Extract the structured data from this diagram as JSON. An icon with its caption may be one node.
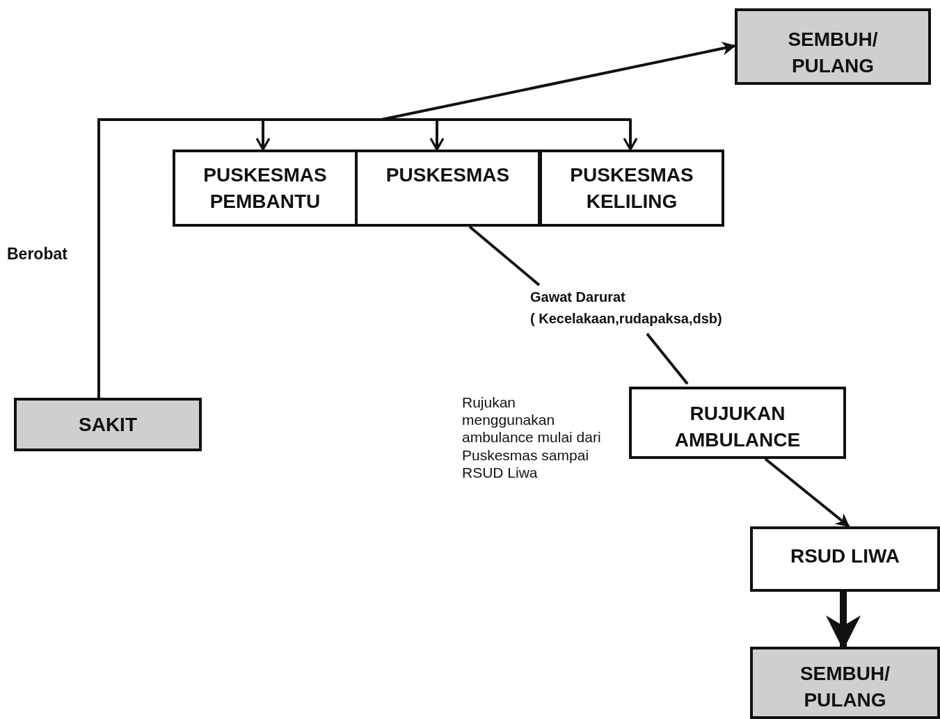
{
  "diagram": {
    "nodes": [
      {
        "text": [
          "SEMBUH/ PULANG"
        ]
      },
      {
        "text": [
          "PUSKESMAS PEMBANTU"
        ]
      },
      {
        "text": [
          "PUSKESMAS"
        ]
      },
      {
        "text": [
          "PUSKESMAS KELILING"
        ]
      },
      {
        "text": [
          "SAKIT"
        ]
      },
      {
        "text": [
          "Gawat Darurat",
          "( Kecelakaan,rudapaksa,dsb)"
        ]
      },
      {
        "text": [
          "RUJUKAN AMBULANCE"
        ]
      },
      {
        "text": [
          "RSUD LIWA"
        ]
      },
      {
        "text": [
          "SEMBUH/ PULANG"
        ]
      }
    ],
    "edges": [
      {
        "from": 4,
        "to": 1,
        "arrow": "to"
      },
      {
        "from": 4,
        "to": 2,
        "arrow": "to"
      },
      {
        "from": 4,
        "to": 3,
        "arrow": "to"
      },
      {
        "from": 4,
        "to": 0,
        "arrow": "to"
      },
      {
        "from": 2,
        "to": 5,
        "arrow": "none"
      },
      {
        "from": 5,
        "to": 6,
        "arrow": "none"
      },
      {
        "from": 6,
        "to": 7,
        "arrow": "to"
      },
      {
        "from": 7,
        "to": 8,
        "arrow": "to",
        "style": "thick"
      }
    ],
    "labels": [
      "Berobat",
      "Rujukan menggunakan ambulance mulai dari Puskesmas sampai RSUD Liwa"
    ]
  }
}
